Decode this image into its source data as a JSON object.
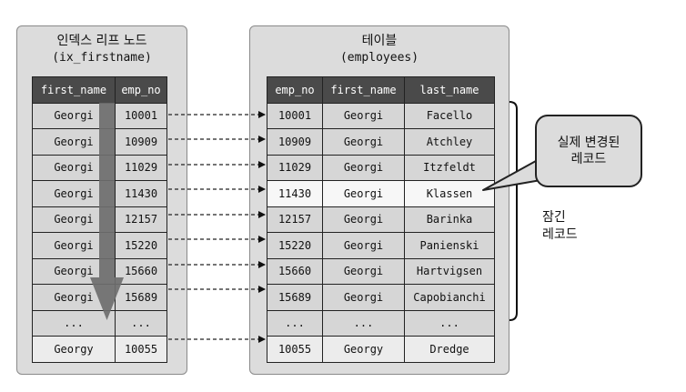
{
  "index_panel": {
    "title": "인덱스 리프 노드",
    "subtitle": "(ix_firstname)",
    "columns": [
      "first_name",
      "emp_no"
    ],
    "rows": [
      [
        "Georgi",
        "10001"
      ],
      [
        "Georgi",
        "10909"
      ],
      [
        "Georgi",
        "11029"
      ],
      [
        "Georgi",
        "11430"
      ],
      [
        "Georgi",
        "12157"
      ],
      [
        "Georgi",
        "15220"
      ],
      [
        "Georgi",
        "15660"
      ],
      [
        "Georgi",
        "15689"
      ],
      [
        "...",
        "..."
      ],
      [
        "Georgy",
        "10055"
      ]
    ]
  },
  "table_panel": {
    "title": "테이블",
    "subtitle": "(employees)",
    "columns": [
      "emp_no",
      "first_name",
      "last_name"
    ],
    "rows": [
      [
        "10001",
        "Georgi",
        "Facello"
      ],
      [
        "10909",
        "Georgi",
        "Atchley"
      ],
      [
        "11029",
        "Georgi",
        "Itzfeldt"
      ],
      [
        "11430",
        "Georgi",
        "Klassen"
      ],
      [
        "12157",
        "Georgi",
        "Barinka"
      ],
      [
        "15220",
        "Georgi",
        "Panienski"
      ],
      [
        "15660",
        "Georgi",
        "Hartvigsen"
      ],
      [
        "15689",
        "Georgi",
        "Capobianchi"
      ],
      [
        "...",
        "...",
        "..."
      ],
      [
        "10055",
        "Georgy",
        "Dredge"
      ]
    ]
  },
  "callout": {
    "line1": "실제 변경된",
    "line2": "레코드"
  },
  "lock_label": {
    "line1": "잠긴",
    "line2": "레코드"
  },
  "colors": {
    "panel_bg": "#dcdcdc",
    "header_bg": "#4a4a4a",
    "highlight_row": "#f7f7f7",
    "scan_arrow": "#6e6e6e"
  }
}
